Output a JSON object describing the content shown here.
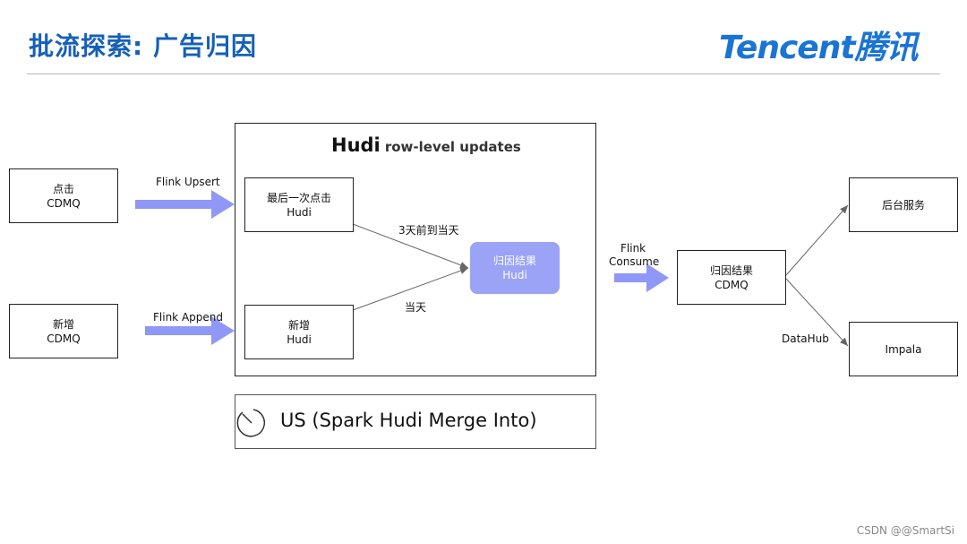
{
  "header": {
    "title": "批流探索: 广告归因",
    "logo_text": "Tencent腾讯",
    "colors": {
      "title": "#1560b8",
      "logo": "#1a74d4",
      "accent_arrow": "#8f98f6",
      "result_fill": "#9ba3f7"
    }
  },
  "sources": {
    "click": {
      "line1": "点击",
      "line2": "CDMQ"
    },
    "new": {
      "line1": "新增",
      "line2": "CDMQ"
    }
  },
  "flows": {
    "flink_upsert": "Flink Upsert",
    "flink_append": "Flink Append",
    "flink_consume_1": "Flink",
    "flink_consume_2": "Consume",
    "three_days": "3天前到当天",
    "today": "当天",
    "datahub": "DataHub"
  },
  "hudi": {
    "title_big": "Hudi",
    "title_small": "row-level updates",
    "last_click": {
      "line1": "最后一次点击",
      "line2": "Hudi"
    },
    "new_hudi": {
      "line1": "新增",
      "line2": "Hudi"
    },
    "result": {
      "line1": "归因结果",
      "line2": "Hudi"
    }
  },
  "result_cdmq": {
    "line1": "归因结果",
    "line2": "CDMQ"
  },
  "sinks": {
    "backend": "后台服务",
    "impala": "Impala"
  },
  "us_box": {
    "icon": "clock-icon",
    "text": "US (Spark Hudi Merge Into)"
  },
  "watermark": "CSDN @@SmartSi"
}
